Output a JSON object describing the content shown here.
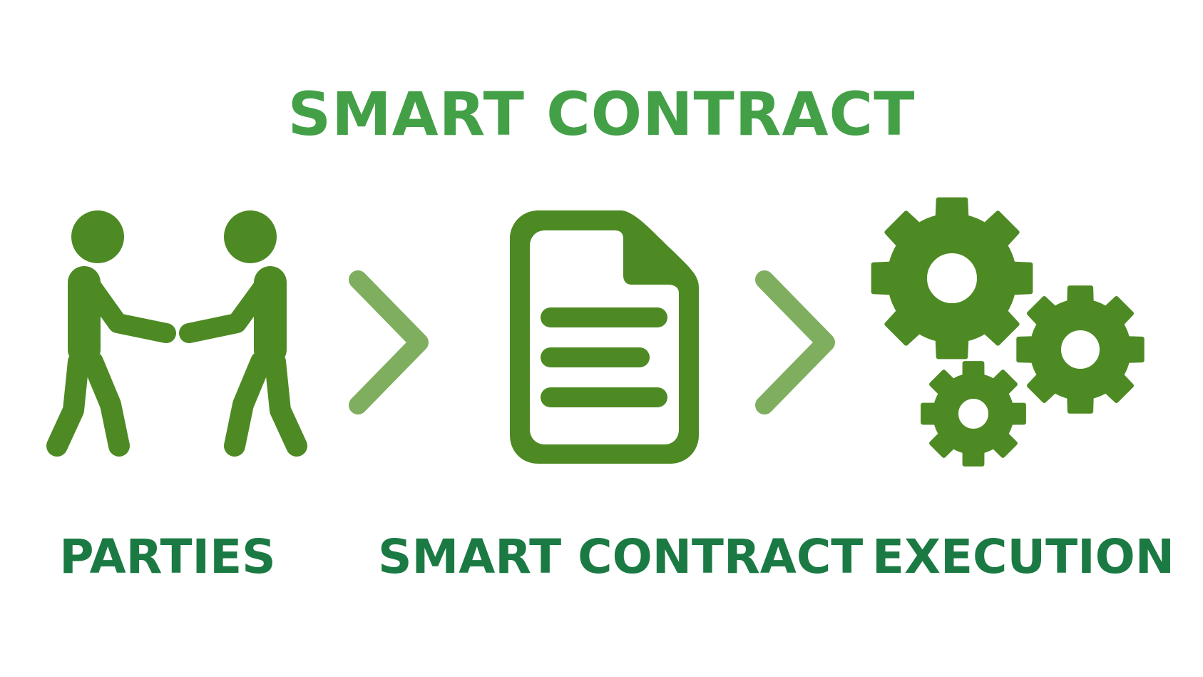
{
  "title": "SMART CONTRACT",
  "steps": [
    {
      "label": "PARTIES",
      "icon": "handshake-icon"
    },
    {
      "label": "SMART CONTRACT",
      "icon": "document-icon"
    },
    {
      "label": "EXECUTION",
      "icon": "gears-icon"
    }
  ],
  "connectors": [
    "chevron-right-icon",
    "chevron-right-icon"
  ],
  "colors": {
    "title": "#43a047",
    "label": "#1b7a43",
    "icon": "#4e8a24",
    "arrow": "#7fae5f"
  }
}
